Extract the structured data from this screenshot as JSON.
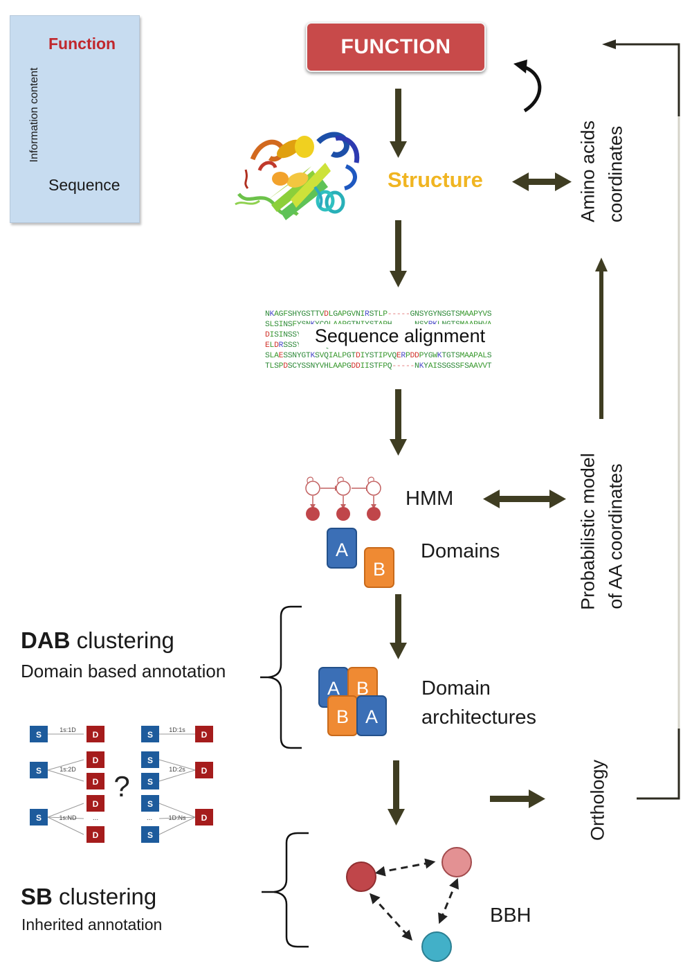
{
  "legend": {
    "top_label": "Function",
    "bottom_label": "Sequence",
    "axis_label": "Information content"
  },
  "levels": {
    "function": "FUNCTION",
    "structure": "Structure",
    "sequence_alignment": "Sequence alignment",
    "hmm": "HMM",
    "domains": "Domains",
    "domain_architectures_line1": "Domain",
    "domain_architectures_line2": "architectures",
    "bbh": "BBH"
  },
  "alignment": [
    {
      "text": "NKAGFSHYGSTTVDLGAPGVNIRSTLP-----GNSYGYNSGTSMAAPYVS"
    },
    {
      "text": "SLSINSFYSNKYCQLAAPGTNIYSTAPH     NSYRKLNGTSMAAPHVA"
    },
    {
      "text": "DISINSSYSNKYCQLAAPGTNIYSTAPH     NSYRKLNGTSMAAPHVA"
    },
    {
      "text": "ELDRSSSYSNKYCQLAAPGTNIYSTAPH     NSYRKLNGTSMAAPALS"
    },
    {
      "text": "SLAESSNYGTKSVQIALPGTDIYSTIPVQERPDDPYGWKTGTSMAAPALS"
    },
    {
      "text": "TLSPDSCYSSNYVHLAAPGDDIISTFPQ-----NKYAISSGSSFSAAVVT"
    }
  ],
  "domain_letters": {
    "a": "A",
    "b": "B"
  },
  "side_labels": {
    "amino_line1": "Amino acids",
    "amino_line2": "coordinates",
    "prob_line1": "Probabilistic model",
    "prob_line2": "of AA coordinates",
    "orthology": "Orthology"
  },
  "dab": {
    "title_bold": "DAB",
    "title_rest": " clustering",
    "subtitle": "Domain based annotation"
  },
  "sb": {
    "title_bold": "SB",
    "title_rest": " clustering",
    "subtitle": "Inherited annotation"
  },
  "mapping": {
    "s": "S",
    "d": "D",
    "question": "?",
    "rel_1s1d": "1s:1D",
    "rel_1s2d": "1s:2D",
    "rel_1sNd": "1s:ND",
    "rel_1d1s": "1D:1s",
    "rel_1d2s": "1D:2s",
    "rel_1dNs": "1D:Ns",
    "dots": "..."
  },
  "colors": {
    "arrow": "#3f3d22",
    "function_red": "#c84a4a",
    "legend_bg": "#c7dcf0",
    "structure_text": "#f0b522",
    "domain_a": "#3b6fb6",
    "domain_b": "#ef8a33",
    "node_red": "#c0464a",
    "node_pink": "#e39193",
    "node_teal": "#42b0c8",
    "map_blue": "#1d5b9c",
    "map_red": "#a51c1c"
  },
  "icons": {
    "protein": "protein-structure-icon",
    "hmm": "hmm-chain-icon",
    "cycle": "curved-arrow-icon"
  }
}
